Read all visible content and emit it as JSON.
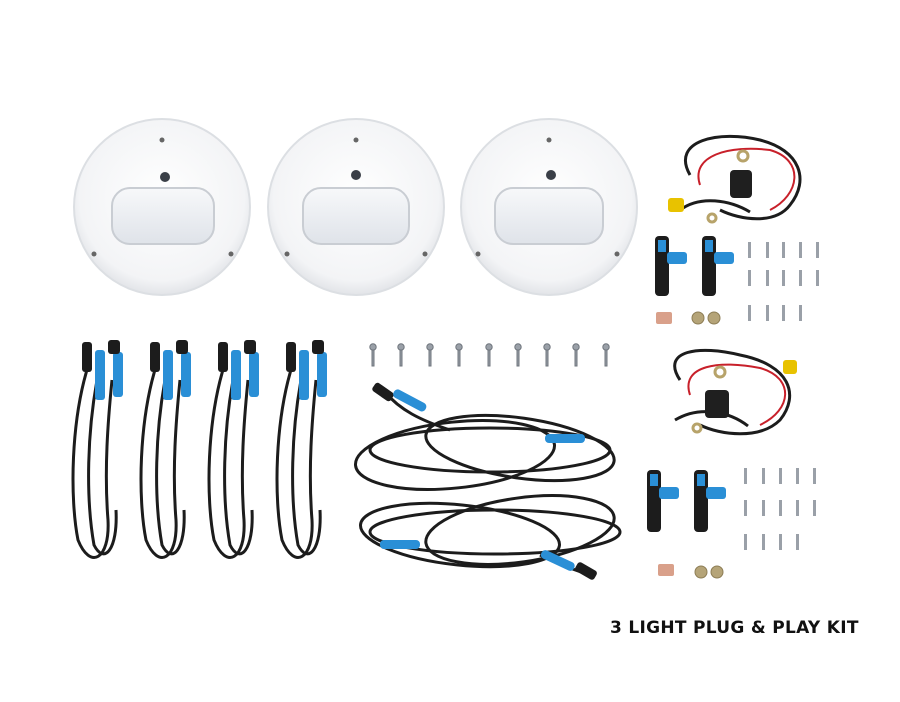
{
  "image": {
    "caption": "3 LIGHT PLUG & PLAY KIT",
    "contents": {
      "lights": 3,
      "short_cable_bundles": 4,
      "long_cable_coils": 2,
      "power_harnesses": 2,
      "t_connectors": 4,
      "mounting_screws_row": 9
    },
    "colors": {
      "background": "#ffffff",
      "light_housing": "#f1f2f4",
      "lens": "#e6e9ee",
      "cable": "#1c1c1c",
      "connector_blue": "#2a8fd6",
      "red_wire": "#c8202a",
      "fuse": "#d9a08a"
    }
  }
}
